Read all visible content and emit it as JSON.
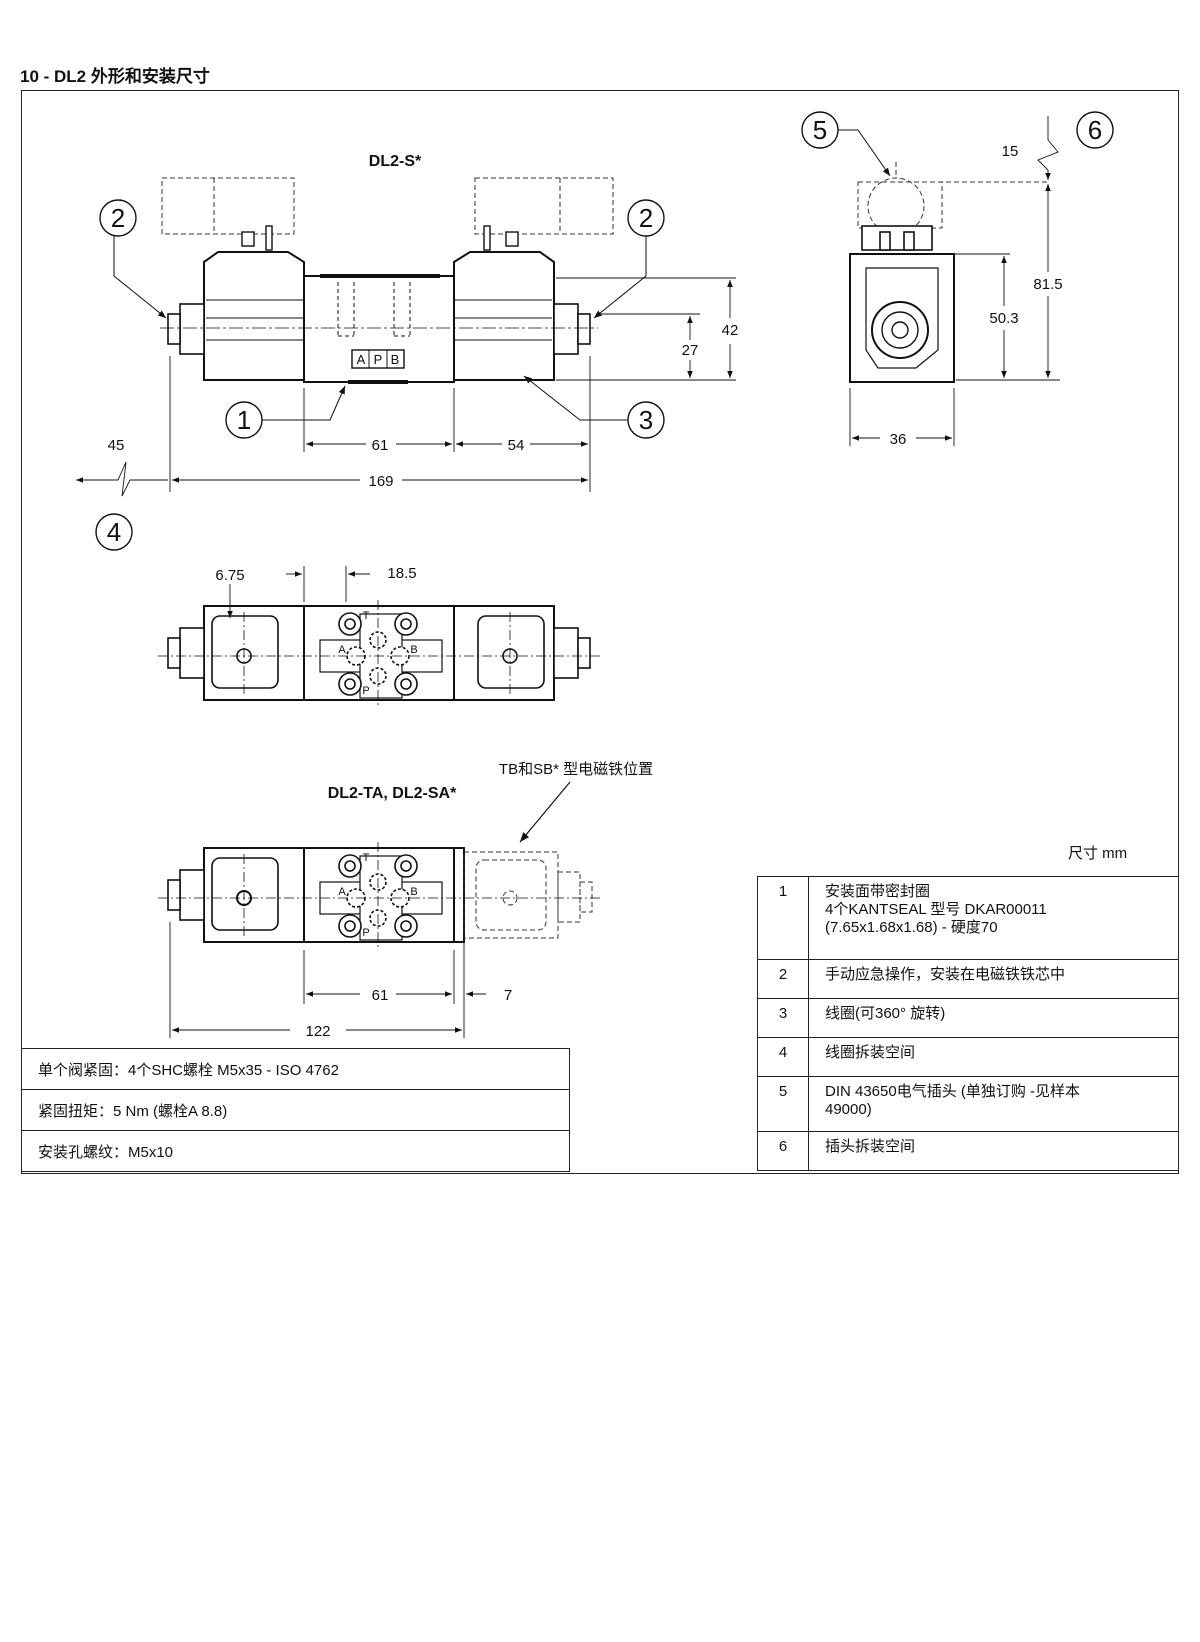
{
  "title": "10 - DL2 外形和安装尺寸",
  "units_note": "尺寸 mm",
  "views": {
    "top": {
      "label": "DL2-S*",
      "port_labels": [
        "A",
        "P",
        "B"
      ],
      "callouts": [
        "1",
        "2",
        "2",
        "3",
        "4",
        "5",
        "6"
      ],
      "dims": {
        "d45": "45",
        "d169": "169",
        "d61": "61",
        "d54": "54",
        "d27": "27",
        "d42": "42",
        "d15": "15",
        "d81_5": "81.5",
        "d50_3": "50.3",
        "d36": "36"
      }
    },
    "plan": {
      "dims": {
        "d6_75": "6.75",
        "d18_5": "18.5"
      },
      "port_letters": {
        "t": "T",
        "a": "A",
        "b": "B",
        "p": "P"
      }
    },
    "ta": {
      "label": "DL2-TA,   DL2-SA*",
      "note": "TB和SB* 型电磁铁位置",
      "dims": {
        "d61": "61",
        "d7": "7",
        "d122": "122"
      },
      "port_letters": {
        "t": "T",
        "a": "A",
        "b": "B",
        "p": "P"
      }
    }
  },
  "notes": [
    "单个阀紧固：4个SHC螺栓 M5x35 - ISO 4762",
    "紧固扭矩：5 Nm (螺栓A 8.8)",
    "安装孔螺纹：M5x10"
  ],
  "legend": [
    {
      "num": "1",
      "lines": [
        "安装面带密封圈",
        "4个KANTSEAL 型号 DKAR00011",
        "(7.65x1.68x1.68) - 硬度70"
      ]
    },
    {
      "num": "2",
      "lines": [
        "手动应急操作，安装在电磁铁铁芯中"
      ]
    },
    {
      "num": "3",
      "lines": [
        "线圈(可360° 旋转)"
      ]
    },
    {
      "num": "4",
      "lines": [
        "线圈拆装空间"
      ]
    },
    {
      "num": "5",
      "lines": [
        "DIN 43650电气插头 (单独订购 -见样本",
        "49000)"
      ]
    },
    {
      "num": "6",
      "lines": [
        "插头拆装空间"
      ]
    }
  ]
}
